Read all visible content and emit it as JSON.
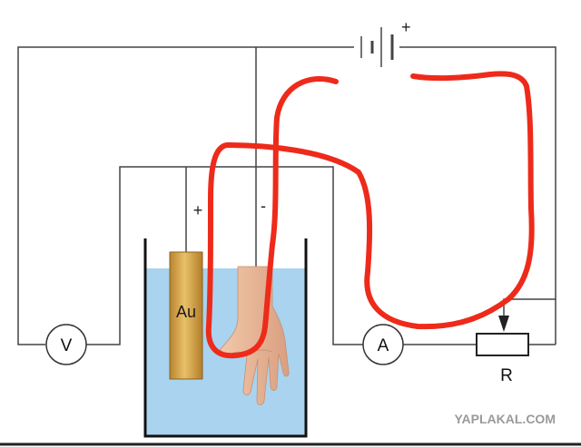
{
  "circuit": {
    "battery_polarity": "+",
    "electrode_gold_polarity": "+",
    "electrode_hand_polarity": "-",
    "gold_electrode_label": "Au",
    "voltmeter_label": "V",
    "ammeter_label": "A",
    "resistor_label": "R"
  },
  "watermark": {
    "text": "YAPLAKAL.COM"
  },
  "colors": {
    "wire": "#444444",
    "electrolyte": "#a9d3ee",
    "container": "#111111",
    "gold": "#d8a84a",
    "skin": "#e9b898",
    "scribble": "#ee2a1a",
    "watermark": "#9a9a9a"
  }
}
